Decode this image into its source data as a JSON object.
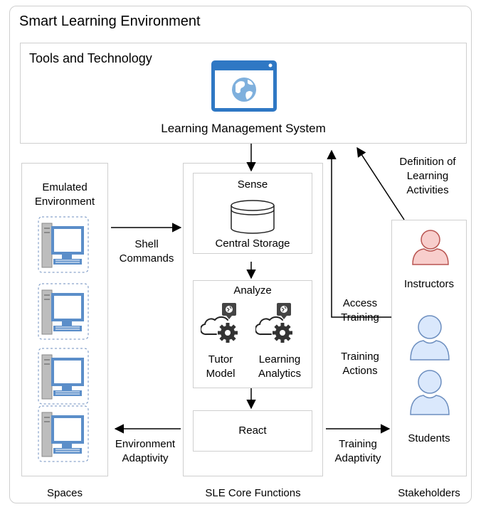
{
  "title": "Smart Learning Environment",
  "tools": {
    "title": "Tools and Technology",
    "lms_label": "Learning Management System"
  },
  "spaces": {
    "env_label_1": "Emulated",
    "env_label_2": "Environment",
    "caption": "Spaces"
  },
  "core": {
    "caption": "SLE Core Functions",
    "sense": {
      "title": "Sense",
      "storage_label": "Central Storage"
    },
    "analyze": {
      "title": "Analyze",
      "tutor_1": "Tutor",
      "tutor_2": "Model",
      "la_1": "Learning",
      "la_2": "Analytics"
    },
    "react": {
      "title": "React"
    }
  },
  "stakeholders": {
    "caption": "Stakeholders",
    "instructors": "Instructors",
    "students": "Students"
  },
  "edges": {
    "shell_1": "Shell",
    "shell_2": "Commands",
    "env_adapt_1": "Environment",
    "env_adapt_2": "Adaptivity",
    "training_adapt_1": "Training",
    "training_adapt_2": "Adaptivity",
    "access_1": "Access",
    "access_2": "Training",
    "actions_1": "Training",
    "actions_2": "Actions",
    "definition_1": "Definition of",
    "definition_2": "Learning",
    "definition_3": "Activities"
  },
  "colors": {
    "instructor_fill": "#f8cecc",
    "instructor_stroke": "#b85450",
    "student_fill": "#dae8fc",
    "student_stroke": "#6c8ebf",
    "lms_blue": "#2f78c4"
  }
}
